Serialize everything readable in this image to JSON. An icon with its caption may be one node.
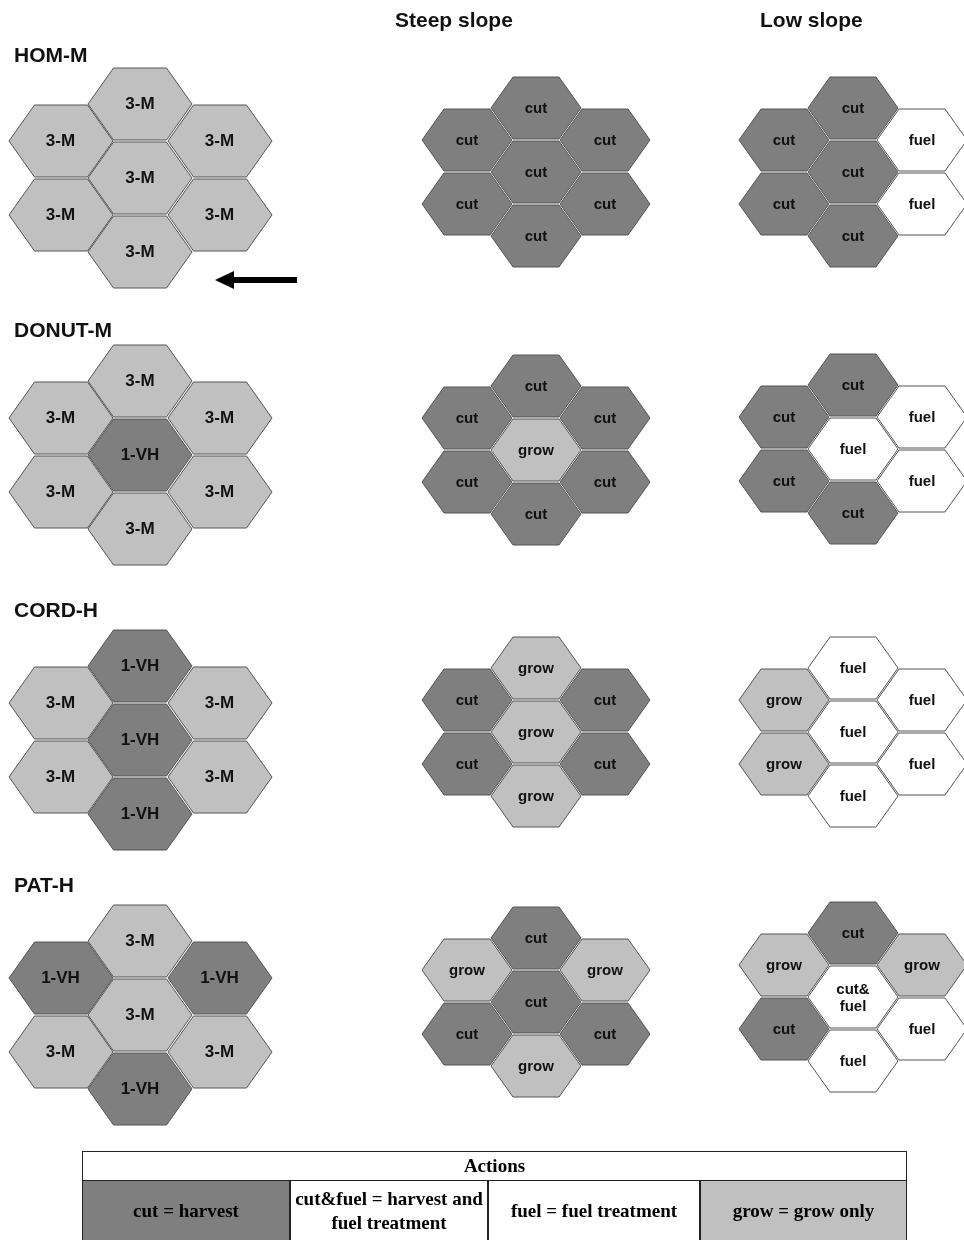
{
  "diagram": {
    "nodes": [
      {
        "text": [
          "3-M"
        ]
      },
      {
        "text": [
          "3-M"
        ]
      },
      {
        "text": [
          "3-M"
        ]
      },
      {
        "text": [
          "3-M"
        ]
      },
      {
        "text": [
          "3-M"
        ]
      },
      {
        "text": [
          "3-M"
        ]
      },
      {
        "text": [
          "3-M"
        ]
      },
      {
        "text": [
          "cut"
        ]
      },
      {
        "text": [
          "cut"
        ]
      },
      {
        "text": [
          "cut"
        ]
      },
      {
        "text": [
          "cut"
        ]
      },
      {
        "text": [
          "cut"
        ]
      },
      {
        "text": [
          "cut"
        ]
      },
      {
        "text": [
          "cut"
        ]
      },
      {
        "text": [
          "cut"
        ]
      },
      {
        "text": [
          "cut"
        ]
      },
      {
        "text": [
          "fuel"
        ]
      },
      {
        "text": [
          "cut"
        ]
      },
      {
        "text": [
          "cut"
        ]
      },
      {
        "text": [
          "fuel"
        ]
      },
      {
        "text": [
          "cut"
        ]
      },
      {
        "text": [
          "3-M"
        ]
      },
      {
        "text": [
          "3-M"
        ]
      },
      {
        "text": [
          "3-M"
        ]
      },
      {
        "text": [
          "1-VH"
        ]
      },
      {
        "text": [
          "3-M"
        ]
      },
      {
        "text": [
          "3-M"
        ]
      },
      {
        "text": [
          "3-M"
        ]
      },
      {
        "text": [
          "cut"
        ]
      },
      {
        "text": [
          "cut"
        ]
      },
      {
        "text": [
          "cut"
        ]
      },
      {
        "text": [
          "grow"
        ]
      },
      {
        "text": [
          "cut"
        ]
      },
      {
        "text": [
          "cut"
        ]
      },
      {
        "text": [
          "cut"
        ]
      },
      {
        "text": [
          "cut"
        ]
      },
      {
        "text": [
          "cut"
        ]
      },
      {
        "text": [
          "fuel"
        ]
      },
      {
        "text": [
          "fuel"
        ]
      },
      {
        "text": [
          "cut"
        ]
      },
      {
        "text": [
          "fuel"
        ]
      },
      {
        "text": [
          "cut"
        ]
      },
      {
        "text": [
          "1-VH"
        ]
      },
      {
        "text": [
          "3-M"
        ]
      },
      {
        "text": [
          "3-M"
        ]
      },
      {
        "text": [
          "1-VH"
        ]
      },
      {
        "text": [
          "3-M"
        ]
      },
      {
        "text": [
          "3-M"
        ]
      },
      {
        "text": [
          "1-VH"
        ]
      },
      {
        "text": [
          "grow"
        ]
      },
      {
        "text": [
          "cut"
        ]
      },
      {
        "text": [
          "cut"
        ]
      },
      {
        "text": [
          "grow"
        ]
      },
      {
        "text": [
          "cut"
        ]
      },
      {
        "text": [
          "cut"
        ]
      },
      {
        "text": [
          "grow"
        ]
      },
      {
        "text": [
          "fuel"
        ]
      },
      {
        "text": [
          "grow"
        ]
      },
      {
        "text": [
          "fuel"
        ]
      },
      {
        "text": [
          "fuel"
        ]
      },
      {
        "text": [
          "grow"
        ]
      },
      {
        "text": [
          "fuel"
        ]
      },
      {
        "text": [
          "fuel"
        ]
      },
      {
        "text": [
          "3-M"
        ]
      },
      {
        "text": [
          "1-VH"
        ]
      },
      {
        "text": [
          "1-VH"
        ]
      },
      {
        "text": [
          "3-M"
        ]
      },
      {
        "text": [
          "3-M"
        ]
      },
      {
        "text": [
          "3-M"
        ]
      },
      {
        "text": [
          "1-VH"
        ]
      },
      {
        "text": [
          "cut"
        ]
      },
      {
        "text": [
          "grow"
        ]
      },
      {
        "text": [
          "grow"
        ]
      },
      {
        "text": [
          "cut"
        ]
      },
      {
        "text": [
          "cut"
        ]
      },
      {
        "text": [
          "cut"
        ]
      },
      {
        "text": [
          "grow"
        ]
      },
      {
        "text": [
          "cut"
        ]
      },
      {
        "text": [
          "grow"
        ]
      },
      {
        "text": [
          "grow"
        ]
      },
      {
        "text": [
          "cut& fuel"
        ]
      },
      {
        "text": [
          "cut"
        ]
      },
      {
        "text": [
          "fuel"
        ]
      },
      {
        "text": [
          "fuel"
        ]
      }
    ],
    "labels": [
      "Steep slope",
      "Low slope",
      "HOM-M",
      "DONUT-M",
      "CORD-H",
      "PAT-H",
      "Actions"
    ],
    "legend": [
      {
        "text": "cut = harvest",
        "color": "#7f7f7f"
      },
      {
        "text": "cut&fuel = harvest and fuel treatment",
        "color": "#ffffff"
      },
      {
        "text": "fuel = fuel treatment",
        "color": "#ffffff"
      },
      {
        "text": "grow = grow only",
        "color": "#c0c0c0"
      }
    ]
  }
}
